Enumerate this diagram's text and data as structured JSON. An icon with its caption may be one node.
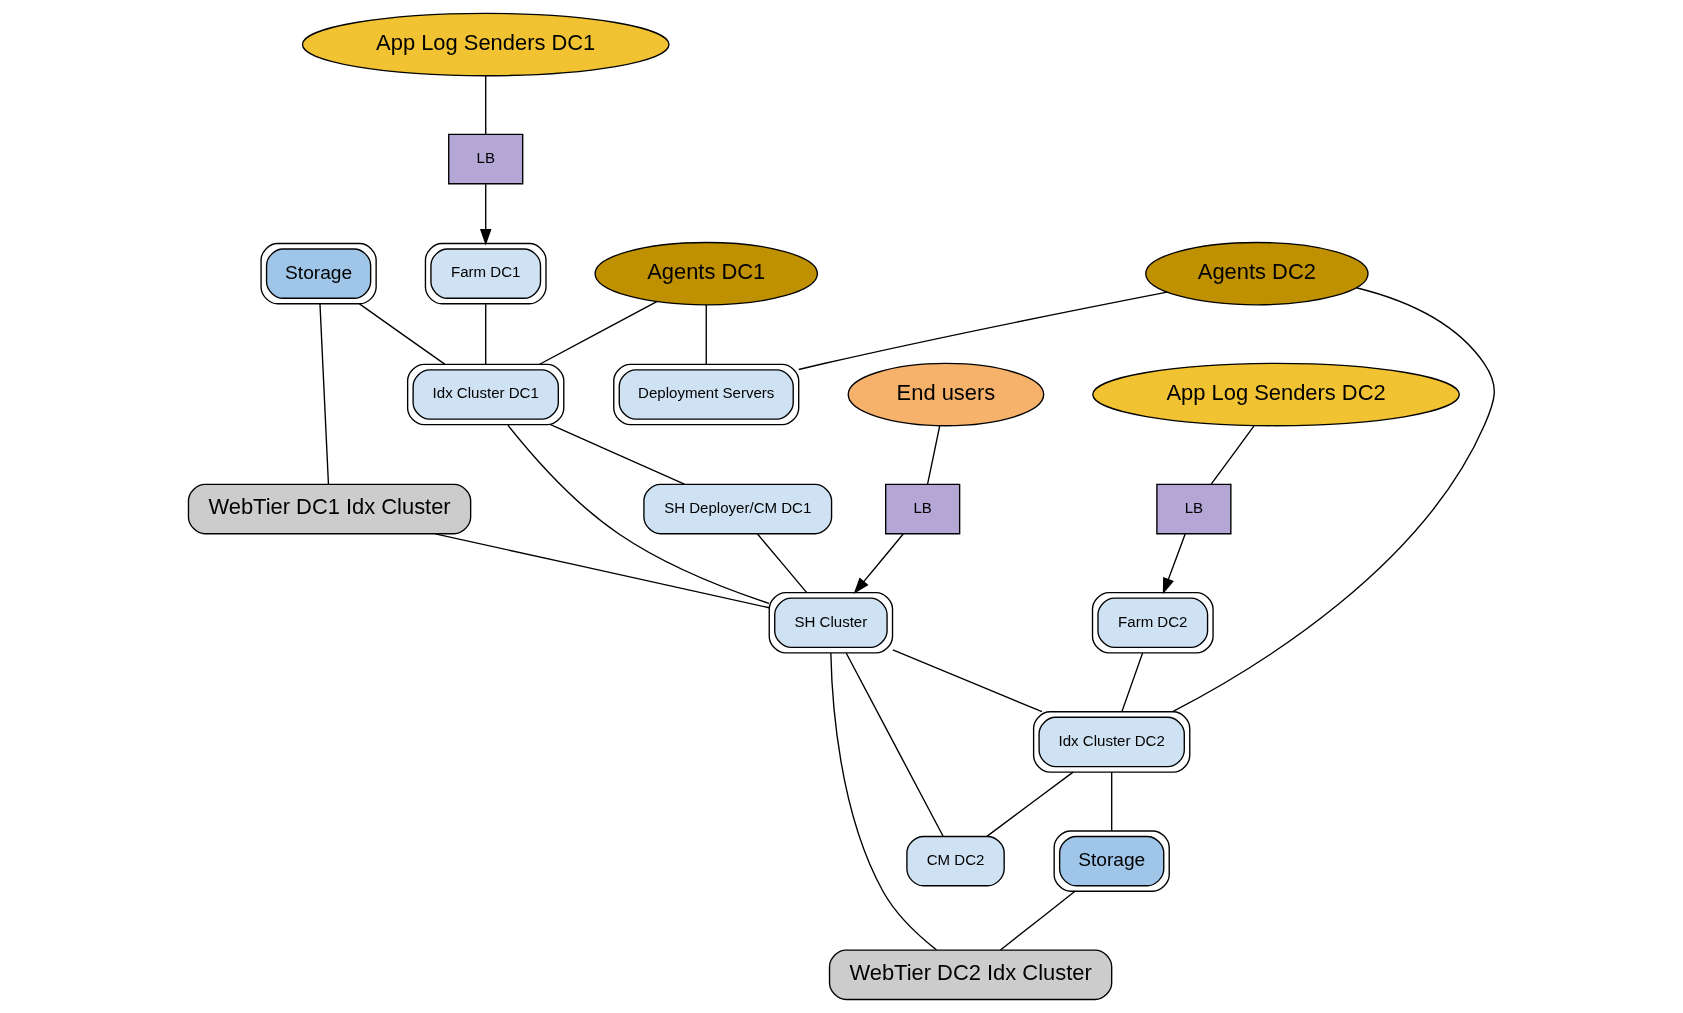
{
  "diagram": {
    "nodes": [
      {
        "text": [
          "Agents DC1"
        ]
      },
      {
        "text": [
          "App Log Senders DC1"
        ]
      },
      {
        "text": [
          "Agents DC2"
        ]
      },
      {
        "text": [
          "App Log Senders DC2"
        ]
      },
      {
        "text": [
          "LB"
        ]
      },
      {
        "text": [
          "Farm DC1"
        ]
      },
      {
        "text": [
          "Deployment Servers"
        ]
      },
      {
        "text": [
          "LB"
        ]
      },
      {
        "text": [
          "Farm DC2"
        ]
      },
      {
        "text": [
          "Storage"
        ]
      },
      {
        "text": [
          "Idx Cluster DC1"
        ]
      },
      {
        "text": [
          "Idx Cluster DC2"
        ]
      },
      {
        "text": [
          "Storage"
        ]
      },
      {
        "text": [
          "SH Deployer/CM DC1"
        ]
      },
      {
        "text": [
          "SH Cluster"
        ]
      },
      {
        "text": [
          "CM DC2"
        ]
      },
      {
        "text": [
          "WebTier DC1 Idx Cluster"
        ]
      },
      {
        "text": [
          "LB"
        ]
      },
      {
        "text": [
          "WebTier DC2 Idx Cluster"
        ]
      },
      {
        "text": [
          "End users"
        ]
      }
    ],
    "edges": [
      {
        "from": 1,
        "to": 4,
        "arrow": "none"
      },
      {
        "from": 4,
        "to": 5,
        "arrow": "to"
      },
      {
        "from": 0,
        "to": 6,
        "arrow": "none"
      },
      {
        "from": 0,
        "to": 10,
        "arrow": "none"
      },
      {
        "from": 5,
        "to": 10,
        "arrow": "none"
      },
      {
        "from": 2,
        "to": 6,
        "arrow": "none"
      },
      {
        "from": 2,
        "to": 11,
        "arrow": "none"
      },
      {
        "from": 3,
        "to": 7,
        "arrow": "none"
      },
      {
        "from": 7,
        "to": 8,
        "arrow": "to"
      },
      {
        "from": 8,
        "to": 11,
        "arrow": "none"
      },
      {
        "from": 9,
        "to": 10,
        "arrow": "none"
      },
      {
        "from": 11,
        "to": 12,
        "arrow": "none"
      },
      {
        "from": 10,
        "to": 13,
        "arrow": "none"
      },
      {
        "from": 10,
        "to": 14,
        "arrow": "none"
      },
      {
        "from": 13,
        "to": 14,
        "arrow": "none"
      },
      {
        "from": 14,
        "to": 11,
        "arrow": "none"
      },
      {
        "from": 14,
        "to": 15,
        "arrow": "none"
      },
      {
        "from": 11,
        "to": 15,
        "arrow": "none"
      },
      {
        "from": 9,
        "to": 16,
        "arrow": "none"
      },
      {
        "from": 16,
        "to": 14,
        "arrow": "none"
      },
      {
        "from": 14,
        "to": 18,
        "arrow": "none"
      },
      {
        "from": 12,
        "to": 18,
        "arrow": "none"
      },
      {
        "from": 19,
        "to": 17,
        "arrow": "none"
      },
      {
        "from": 17,
        "to": 14,
        "arrow": "to"
      }
    ]
  }
}
